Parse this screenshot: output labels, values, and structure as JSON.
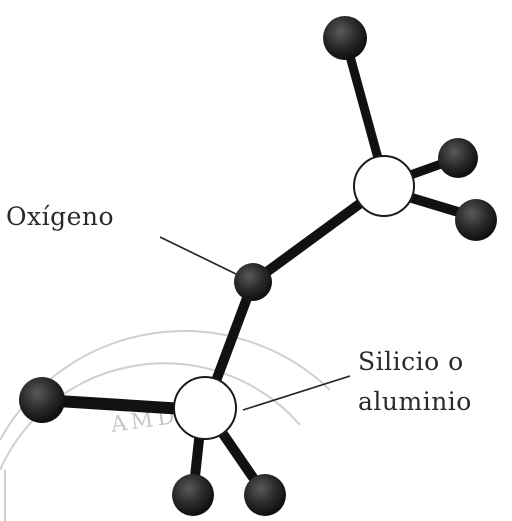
{
  "labels": {
    "oxygen": "Oxígeno",
    "silicon_line1": "Silicio o",
    "silicon_line2": "aluminio"
  },
  "watermark": {
    "text": "AMDNI"
  },
  "colors": {
    "oxygen_atom": "#2b2b2b",
    "silicon_atom": "#ffffff",
    "bond": "#111111",
    "text": "#2a2a2a",
    "watermark": "#b8b8b8"
  }
}
